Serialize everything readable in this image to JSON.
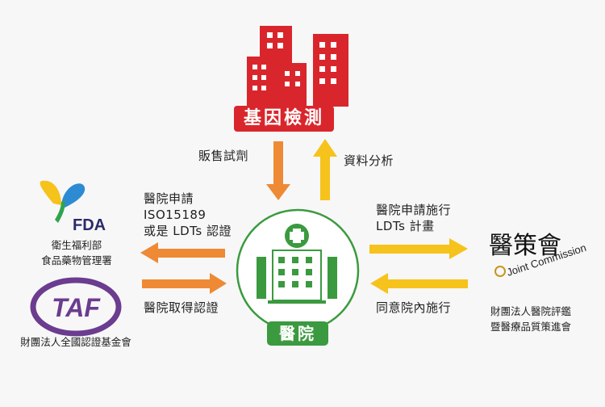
{
  "lab": {
    "label": "基因檢測"
  },
  "hospital": {
    "label": "醫院"
  },
  "flows": {
    "sell_reagent": "販售試劑",
    "data_analysis": "資料分析",
    "apply_cert": "醫院申請\nISO15189\n或是 LDTs 認證",
    "get_cert": "醫院取得認證",
    "apply_ldt_plan": "醫院申請施行\nLDTs 計畫",
    "agree_inhospital": "同意院內施行"
  },
  "fda": {
    "logo_text": "FDA",
    "caption": "衛生福利部\n食品藥物管理署"
  },
  "taf": {
    "logo_text": "TAF",
    "caption": "財團法人全國認證基金會"
  },
  "jct": {
    "seal_text": "醫策會",
    "logo_text": "Joint Commission",
    "caption": "財團法人醫院評鑑\n暨醫療品質策進會"
  },
  "colors": {
    "red": "#d9262c",
    "green": "#3b9a3f",
    "orange": "#ee8a35",
    "yellow": "#f6c21c",
    "purple": "#6b3c8f"
  }
}
